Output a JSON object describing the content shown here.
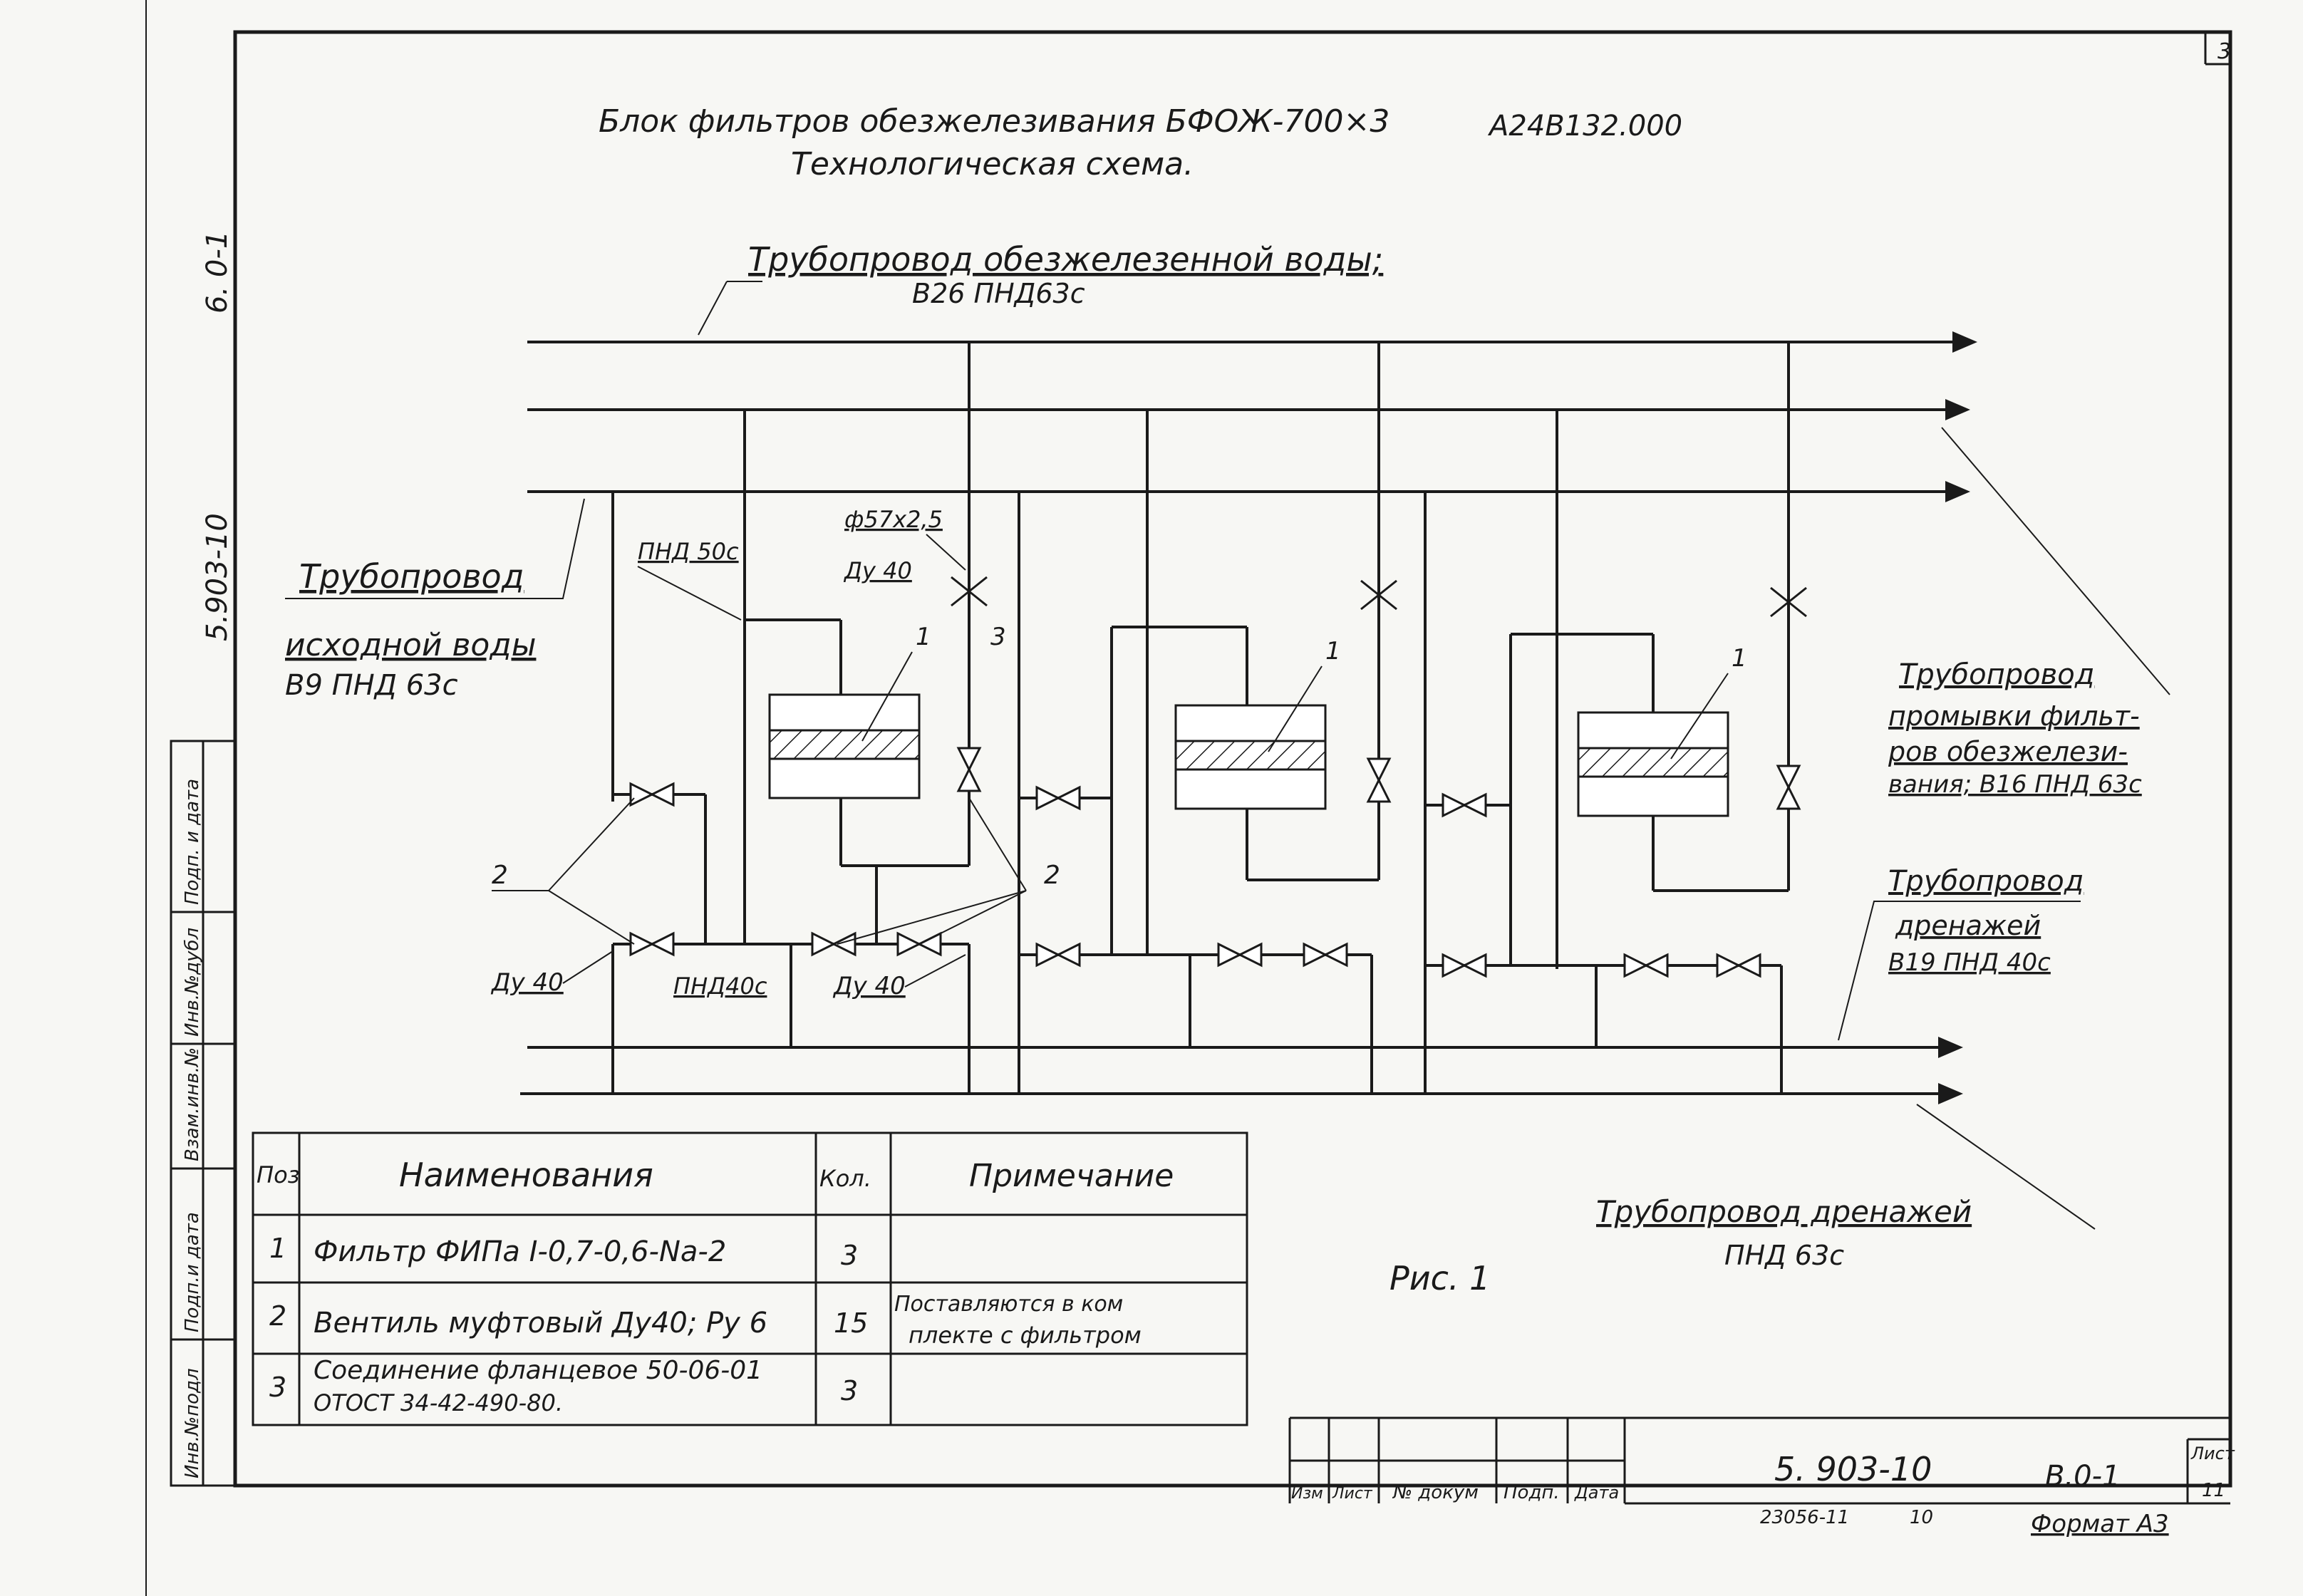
{
  "drawing": {
    "title_line1": "Блок фильтров обезжелезивания БФОЖ-700×3",
    "title_code": "А24В132.000",
    "title_line2": "Технологическая схема.",
    "figure_caption": "Рис. 1",
    "top_right_mark": "3"
  },
  "side_labels": {
    "upper": "6. 0-1",
    "lower": "5.903-10"
  },
  "stamp_column": [
    "Инв.№подл",
    "Подп.и дата",
    "Взам.инв.№",
    "Инв.№дубл",
    "Подп. и дата"
  ],
  "pipelines": {
    "treated_water_line1": "Трубопровод обезжелезенной воды;",
    "treated_water_line2": "В26 ПНД63с",
    "source_water_line1": "Трубопровод",
    "source_water_line2": "исходной воды",
    "source_water_line3": "В9 ПНД 63с",
    "flush_line1": "Трубопровод",
    "flush_line2": "промывки фильт-",
    "flush_line3": "ров обезжелези-",
    "flush_line4": "вания; В16 ПНД 63с",
    "drain_top_line1": "Трубопровод",
    "drain_top_line2": "дренажей",
    "drain_top_line3": "В19 ПНД 40с",
    "drain_bottom_line1": "Трубопровод дренажей",
    "drain_bottom_line2": "ПНД 63с"
  },
  "callouts": {
    "pnd50": "ПНД 50с",
    "pnd40": "ПНД40с",
    "dy40_a": "Ду 40",
    "dy40_b": "Ду 40",
    "dy40_c": "Ду 40",
    "pipe_size": "ф57х2,5",
    "pos1_a": "1",
    "pos1_b": "1",
    "pos1_c": "1",
    "pos2_a": "2",
    "pos2_b": "2",
    "pos3": "3"
  },
  "spec_table": {
    "headers": {
      "pos": "Поз",
      "name": "Наименования",
      "qty": "Кол.",
      "note": "Примечание"
    },
    "rows": [
      {
        "pos": "1",
        "name": "Фильтр ФИПа I-0,7-0,6-Na-2",
        "qty": "3",
        "note": ""
      },
      {
        "pos": "2",
        "name": "Вентиль муфтовый Ду40; Ру 6",
        "qty": "15",
        "note": "Поставляются в комплекте с фильтром"
      },
      {
        "pos": "3",
        "name": "Соединение фланцевое 50-06-01",
        "name2": "ОТОСТ 34-42-490-80.",
        "qty": "3",
        "note": ""
      }
    ],
    "note_line1": "Поставляются в ком",
    "note_line2": "плекте с фильтром"
  },
  "title_block": {
    "col_izm": "Изм",
    "col_list": "Лист",
    "col_doc": "№ докум",
    "col_sign": "Подп.",
    "col_date": "Дата",
    "designation": "5. 903-10",
    "sheet_code": "В.0-1",
    "sheet_label": "Лист",
    "sheet_number": "11",
    "archive_no": "23056-11",
    "archive_sub": "10",
    "format": "Формат А3"
  }
}
